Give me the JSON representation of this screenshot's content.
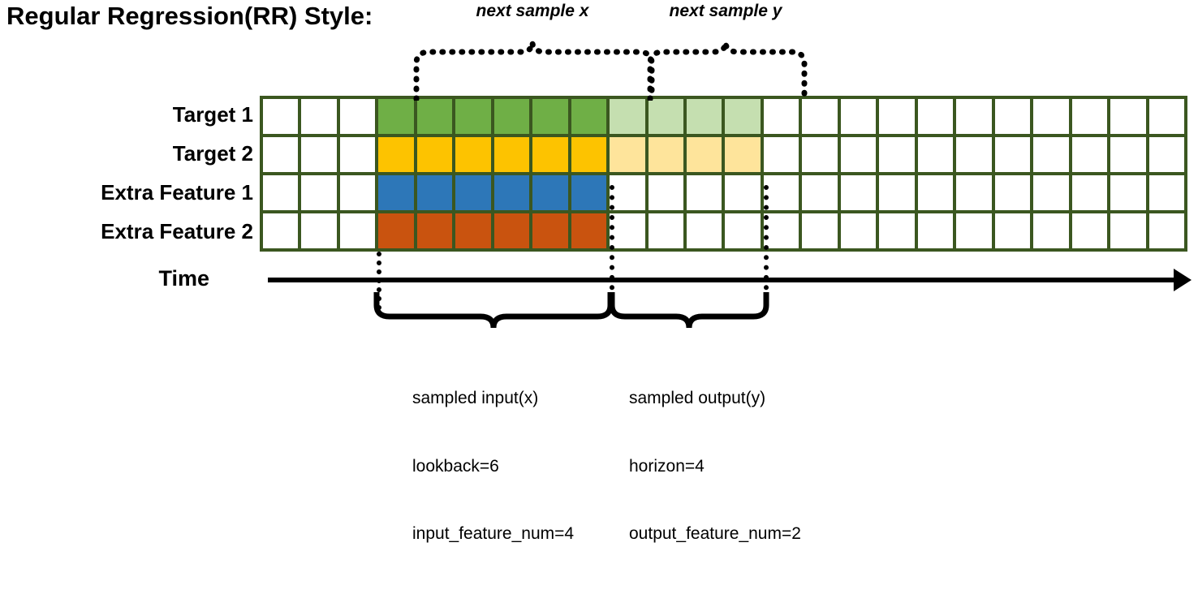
{
  "title": "Regular Regression(RR) Style:",
  "row_labels": [
    "Target 1",
    "Target 2",
    "Extra Feature 1",
    "Extra Feature 2"
  ],
  "time_axis": {
    "label": "Time",
    "arrow_icon": "arrow-right-icon"
  },
  "top_braces": [
    {
      "label": "next sample x"
    },
    {
      "label": "next sample y"
    }
  ],
  "bottom_braces": [
    {
      "title": "sampled input(x)",
      "line2": "lookback=6",
      "line3": "input_feature_num=4"
    },
    {
      "title": "sampled output(y)",
      "line2": "horizon=4",
      "line3": "output_feature_num=2"
    }
  ],
  "grid": {
    "columns": 24,
    "rows": 4,
    "lead_blank_columns": 3,
    "input_columns": 6,
    "output_columns": 4,
    "trailing_blank_columns": 11,
    "border_color": "#3B5720",
    "empty_cell_color": "#FFFFFF",
    "row_fills": [
      {
        "row": "Target 1",
        "input_color": "#6FAF46",
        "output_color": "#C5DFB0"
      },
      {
        "row": "Target 2",
        "input_color": "#FDC300",
        "output_color": "#FEE49B"
      },
      {
        "row": "Extra Feature 1",
        "input_color": "#2D77B8",
        "output_color": "#FFFFFF"
      },
      {
        "row": "Extra Feature 2",
        "input_color": "#C9530F",
        "output_color": "#FFFFFF"
      }
    ],
    "cells": [
      [
        "#FFFFFF",
        "#FFFFFF",
        "#FFFFFF",
        "#6FAF46",
        "#6FAF46",
        "#6FAF46",
        "#6FAF46",
        "#6FAF46",
        "#6FAF46",
        "#C5DFB0",
        "#C5DFB0",
        "#C5DFB0",
        "#C5DFB0",
        "#FFFFFF",
        "#FFFFFF",
        "#FFFFFF",
        "#FFFFFF",
        "#FFFFFF",
        "#FFFFFF",
        "#FFFFFF",
        "#FFFFFF",
        "#FFFFFF",
        "#FFFFFF",
        "#FFFFFF"
      ],
      [
        "#FFFFFF",
        "#FFFFFF",
        "#FFFFFF",
        "#FDC300",
        "#FDC300",
        "#FDC300",
        "#FDC300",
        "#FDC300",
        "#FDC300",
        "#FEE49B",
        "#FEE49B",
        "#FEE49B",
        "#FEE49B",
        "#FFFFFF",
        "#FFFFFF",
        "#FFFFFF",
        "#FFFFFF",
        "#FFFFFF",
        "#FFFFFF",
        "#FFFFFF",
        "#FFFFFF",
        "#FFFFFF",
        "#FFFFFF",
        "#FFFFFF"
      ],
      [
        "#FFFFFF",
        "#FFFFFF",
        "#FFFFFF",
        "#2D77B8",
        "#2D77B8",
        "#2D77B8",
        "#2D77B8",
        "#2D77B8",
        "#2D77B8",
        "#FFFFFF",
        "#FFFFFF",
        "#FFFFFF",
        "#FFFFFF",
        "#FFFFFF",
        "#FFFFFF",
        "#FFFFFF",
        "#FFFFFF",
        "#FFFFFF",
        "#FFFFFF",
        "#FFFFFF",
        "#FFFFFF",
        "#FFFFFF",
        "#FFFFFF",
        "#FFFFFF"
      ],
      [
        "#FFFFFF",
        "#FFFFFF",
        "#FFFFFF",
        "#C9530F",
        "#C9530F",
        "#C9530F",
        "#C9530F",
        "#C9530F",
        "#C9530F",
        "#FFFFFF",
        "#FFFFFF",
        "#FFFFFF",
        "#FFFFFF",
        "#FFFFFF",
        "#FFFFFF",
        "#FFFFFF",
        "#FFFFFF",
        "#FFFFFF",
        "#FFFFFF",
        "#FFFFFF",
        "#FFFFFF",
        "#FFFFFF",
        "#FFFFFF",
        "#FFFFFF"
      ]
    ]
  }
}
